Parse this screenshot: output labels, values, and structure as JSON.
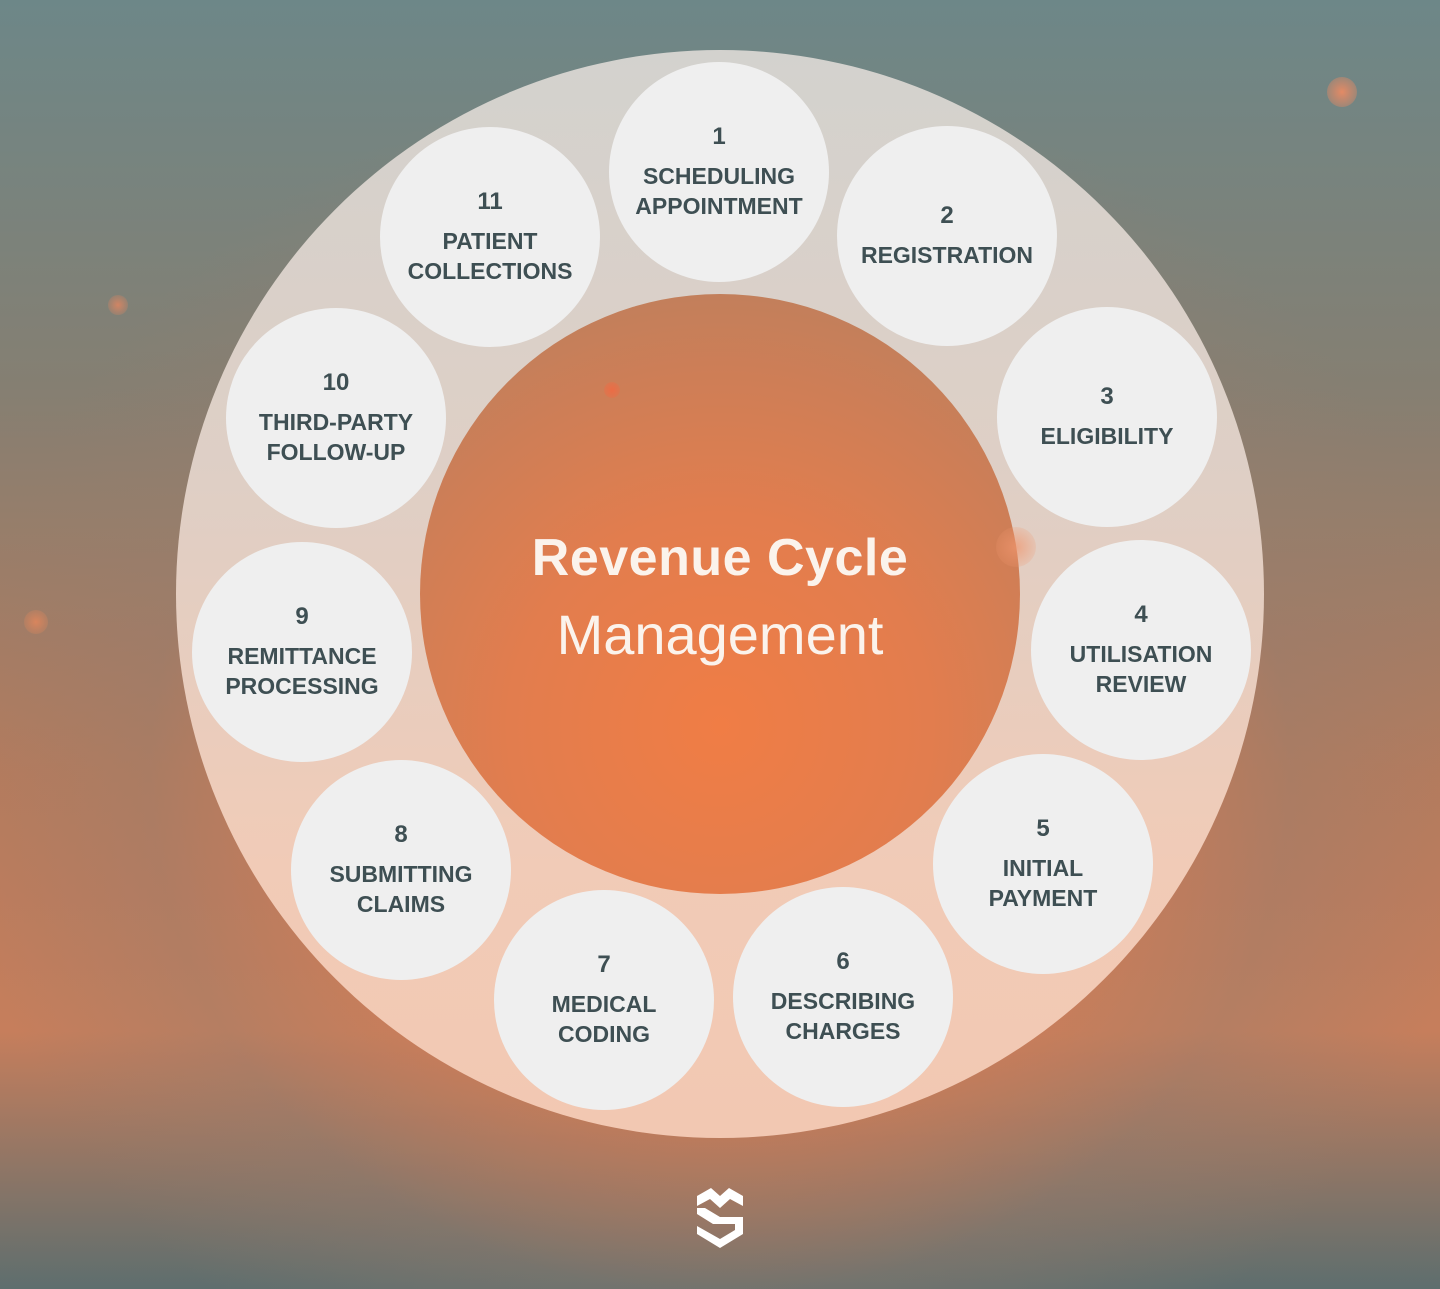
{
  "title": {
    "line1": "Revenue Cycle",
    "line2": "Management"
  },
  "steps": [
    {
      "number": "1",
      "label": "SCHEDULING\nAPPOINTMENT"
    },
    {
      "number": "2",
      "label": "REGISTRATION"
    },
    {
      "number": "3",
      "label": "ELIGIBILITY"
    },
    {
      "number": "4",
      "label": "UTILISATION\nREVIEW"
    },
    {
      "number": "5",
      "label": "INITIAL\nPAYMENT"
    },
    {
      "number": "6",
      "label": "DESCRIBING\nCHARGES"
    },
    {
      "number": "7",
      "label": "MEDICAL\nCODING"
    },
    {
      "number": "8",
      "label": "SUBMITTING\nCLAIMS"
    },
    {
      "number": "9",
      "label": "REMITTANCE\nPROCESSING"
    },
    {
      "number": "10",
      "label": "THIRD-PARTY\nFOLLOW-UP"
    },
    {
      "number": "11",
      "label": "PATIENT\nCOLLECTIONS"
    }
  ],
  "logo": {
    "icon": "brand-s-logo-icon",
    "color": "#ffffff"
  },
  "colors": {
    "accent": "#f07d45",
    "node_fill": "#efefef",
    "node_text": "#3e4f53"
  }
}
